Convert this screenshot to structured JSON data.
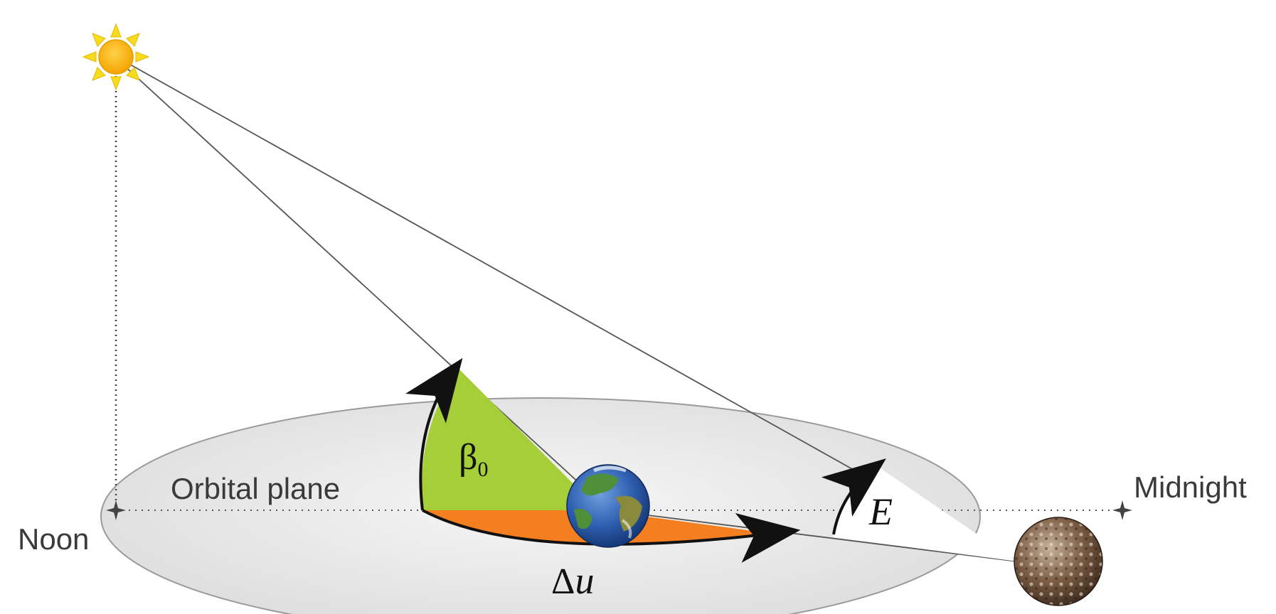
{
  "labels": {
    "orbital_plane": "Orbital plane",
    "noon": "Noon",
    "midnight": "Midnight",
    "beta_symbol": "β",
    "beta_subscript": "0",
    "delta_u_symbol": "Δ",
    "delta_u_var": "u",
    "elevation": "E"
  },
  "colors": {
    "beta_wedge": "#a6ce39",
    "delta_u_wedge": "#f47f20",
    "orbital_plane_fill": "#e4e4e4",
    "sun": "#fbb614",
    "sun_rays": "#f7dc1d",
    "earth_ocean": "#2f5fb0",
    "earth_land": "#4f8f3a",
    "satellite": "#6b4e3b"
  },
  "icons": {
    "sun": "sun-icon",
    "earth": "earth-icon",
    "satellite": "satellite-icon",
    "noon_marker": "star-marker-icon",
    "midnight_marker": "star-marker-icon"
  }
}
